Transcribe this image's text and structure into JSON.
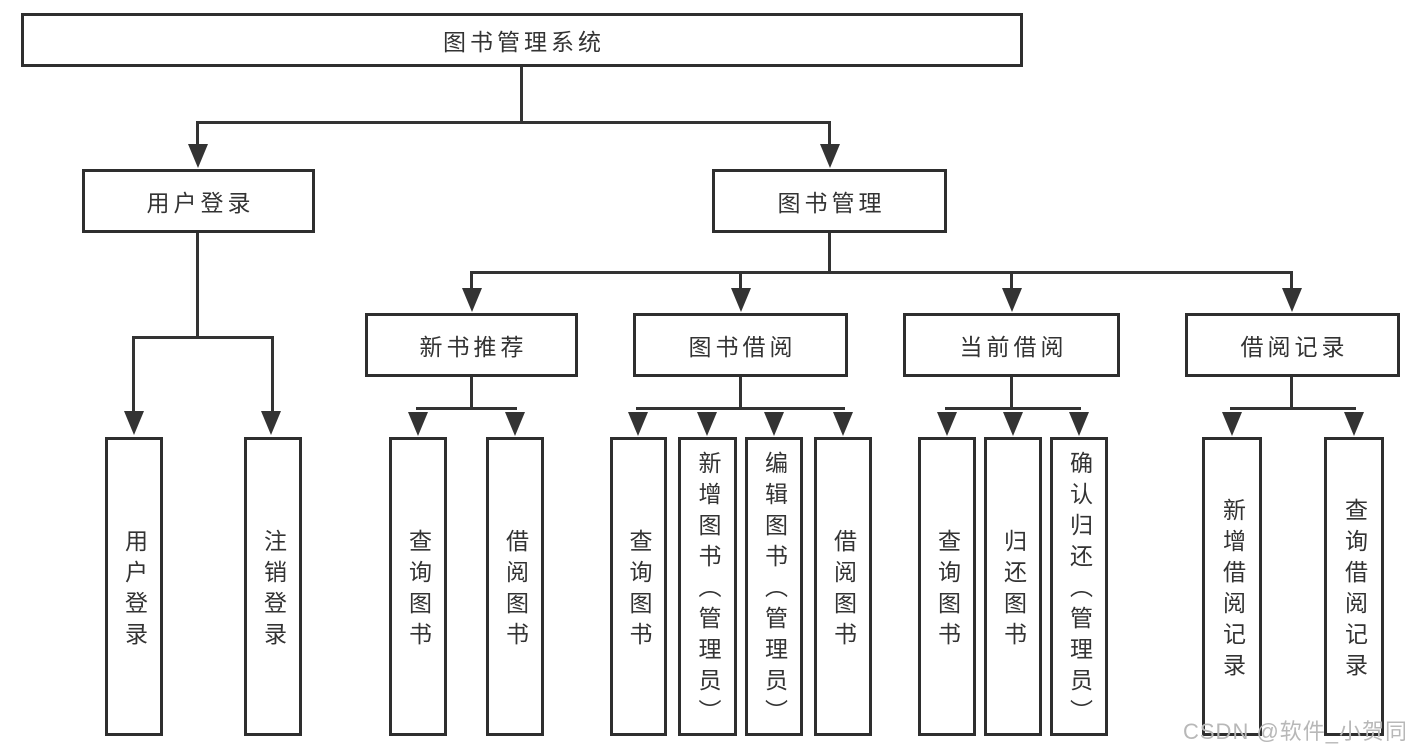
{
  "tree": {
    "root": "图书管理系统",
    "children": [
      {
        "label": "用户登录",
        "children": [
          {
            "label": "用户登录"
          },
          {
            "label": "注销登录"
          }
        ]
      },
      {
        "label": "图书管理",
        "children": [
          {
            "label": "新书推荐",
            "children": [
              {
                "label": "查询图书"
              },
              {
                "label": "借阅图书"
              }
            ]
          },
          {
            "label": "图书借阅",
            "children": [
              {
                "label": "查询图书"
              },
              {
                "label": "新增图书（管理员）"
              },
              {
                "label": "编辑图书（管理员）"
              },
              {
                "label": "借阅图书"
              }
            ]
          },
          {
            "label": "当前借阅",
            "children": [
              {
                "label": "查询图书"
              },
              {
                "label": "归还图书"
              },
              {
                "label": "确认归还（管理员）"
              }
            ]
          },
          {
            "label": "借阅记录",
            "children": [
              {
                "label": "新增借阅记录"
              },
              {
                "label": "查询借阅记录"
              }
            ]
          }
        ]
      }
    ]
  },
  "watermark": {
    "text": "CSDN @软件_小贺同学",
    "color": "#b8b8b8"
  },
  "colors": {
    "line": "#333333",
    "box_border": "#2e2e2e",
    "text": "#333333",
    "background": "#ffffff"
  }
}
